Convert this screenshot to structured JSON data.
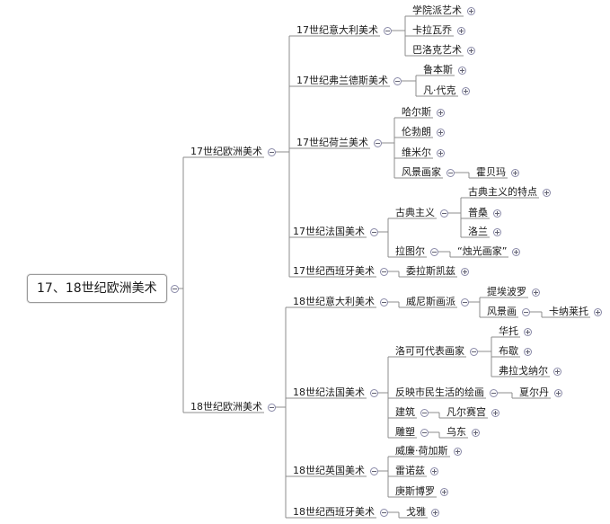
{
  "root": {
    "label": "17、18世纪欧洲美术",
    "children": [
      {
        "label": "17世纪欧洲美术",
        "children": [
          {
            "label": "17世纪意大利美术",
            "children": [
              {
                "label": "学院派艺术"
              },
              {
                "label": "卡拉瓦乔"
              },
              {
                "label": "巴洛克艺术"
              }
            ]
          },
          {
            "label": "17世纪弗兰德斯美术",
            "children": [
              {
                "label": "鲁本斯"
              },
              {
                "label": "凡·代克"
              }
            ]
          },
          {
            "label": "17世纪荷兰美术",
            "children": [
              {
                "label": "哈尔斯"
              },
              {
                "label": "伦勃朗"
              },
              {
                "label": "维米尔"
              },
              {
                "label": "风景画家",
                "children": [
                  {
                    "label": "霍贝玛"
                  }
                ]
              }
            ]
          },
          {
            "label": "17世纪法国美术",
            "children": [
              {
                "label": "古典主义",
                "children": [
                  {
                    "label": "古典主义的特点"
                  },
                  {
                    "label": "普桑"
                  },
                  {
                    "label": "洛兰"
                  }
                ]
              },
              {
                "label": "拉图尔",
                "children": [
                  {
                    "label": "“烛光画家”"
                  }
                ]
              }
            ]
          },
          {
            "label": "17世纪西班牙美术",
            "children": [
              {
                "label": "委拉斯凯兹"
              }
            ]
          }
        ]
      },
      {
        "label": "18世纪欧洲美术",
        "children": [
          {
            "label": "18世纪意大利美术",
            "children": [
              {
                "label": "威尼斯画派",
                "children": [
                  {
                    "label": "提埃波罗"
                  },
                  {
                    "label": "风景画",
                    "children": [
                      {
                        "label": "卡纳莱托"
                      }
                    ]
                  }
                ]
              }
            ]
          },
          {
            "label": "18世纪法国美术",
            "children": [
              {
                "label": "洛可可代表画家",
                "children": [
                  {
                    "label": "华托"
                  },
                  {
                    "label": "布歇"
                  },
                  {
                    "label": "弗拉戈纳尔"
                  }
                ]
              },
              {
                "label": "反映市民生活的绘画",
                "children": [
                  {
                    "label": "夏尔丹"
                  }
                ]
              },
              {
                "label": "建筑",
                "children": [
                  {
                    "label": "凡尔赛宫"
                  }
                ]
              },
              {
                "label": "雕塑",
                "children": [
                  {
                    "label": "乌东"
                  }
                ]
              }
            ]
          },
          {
            "label": "18世纪英国美术",
            "children": [
              {
                "label": "威廉·荷加斯"
              },
              {
                "label": "雷诺兹"
              },
              {
                "label": "庚斯博罗"
              }
            ]
          },
          {
            "label": "18世纪西班牙美术",
            "children": [
              {
                "label": "戈雅"
              }
            ]
          }
        ]
      }
    ]
  },
  "colors": {
    "line": "#8c8c8c",
    "text": "#1a1a1a",
    "toggle_border": "#8a8aa8"
  }
}
